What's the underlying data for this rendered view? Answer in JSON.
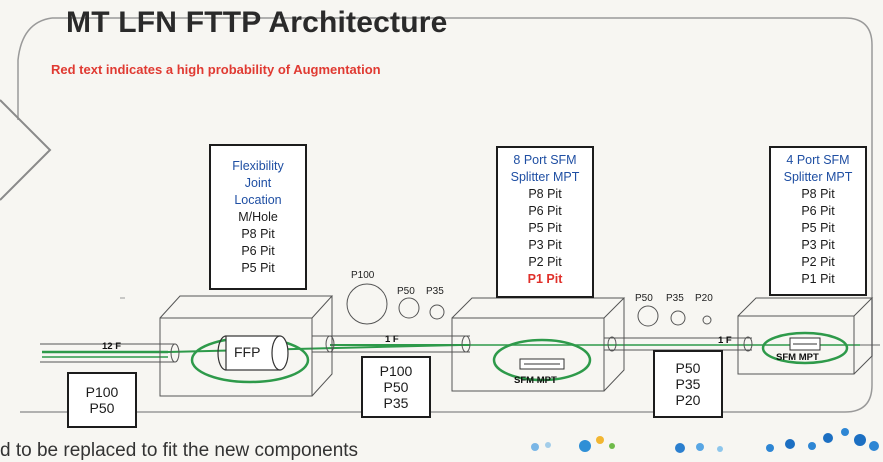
{
  "title": "MT LFN FTTP Architecture",
  "subtitle": "Red text indicates a high probability of Augmentation",
  "flex_box": {
    "lines": [
      {
        "text": "Flexibility",
        "style": "hdr"
      },
      {
        "text": "Joint",
        "style": "hdr"
      },
      {
        "text": "Location",
        "style": "hdr"
      },
      {
        "text": "M/Hole",
        "style": ""
      },
      {
        "text": "P8 Pit",
        "style": ""
      },
      {
        "text": "P6 Pit",
        "style": ""
      },
      {
        "text": "P5 Pit",
        "style": ""
      }
    ]
  },
  "box_8port": {
    "lines": [
      {
        "text": "8 Port SFM",
        "style": "hdr"
      },
      {
        "text": "Splitter MPT",
        "style": "hdr"
      },
      {
        "text": "P8 Pit",
        "style": ""
      },
      {
        "text": "P6 Pit",
        "style": ""
      },
      {
        "text": "P5 Pit",
        "style": ""
      },
      {
        "text": "P3 Pit",
        "style": ""
      },
      {
        "text": "P2 Pit",
        "style": ""
      },
      {
        "text": "P1 Pit",
        "style": "red"
      }
    ]
  },
  "box_4port": {
    "lines": [
      {
        "text": "4 Port SFM",
        "style": "hdr"
      },
      {
        "text": "Splitter MPT",
        "style": "hdr"
      },
      {
        "text": "P8 Pit",
        "style": ""
      },
      {
        "text": "P6 Pit",
        "style": ""
      },
      {
        "text": "P5 Pit",
        "style": ""
      },
      {
        "text": "P3 Pit",
        "style": ""
      },
      {
        "text": "P2 Pit",
        "style": ""
      },
      {
        "text": "P1 Pit",
        "style": ""
      }
    ]
  },
  "size_boxes": {
    "a": [
      "P100",
      "P50"
    ],
    "b": [
      "P100",
      "P50",
      "P35"
    ],
    "c": [
      "P50",
      "P35",
      "P20"
    ]
  },
  "pit_labels": {
    "p100": "P100",
    "p50_a": "P50",
    "p35_a": "P35",
    "p50_b": "P50",
    "p35_b": "P35",
    "p20_b": "P20"
  },
  "cables": {
    "c12f": "12 F",
    "c1f_a": "1 F",
    "c1f_b": "1 F"
  },
  "devices": {
    "ffp": "FFP",
    "sfm_mpt_a": "SFM MPT",
    "sfm_mpt_b": "SFM MPT"
  },
  "footer": "d to be replaced to fit the new components",
  "colors": {
    "cable_green": "#2e9a4a",
    "header_blue": "#1f4fa3",
    "augment_red": "#e0302a"
  }
}
